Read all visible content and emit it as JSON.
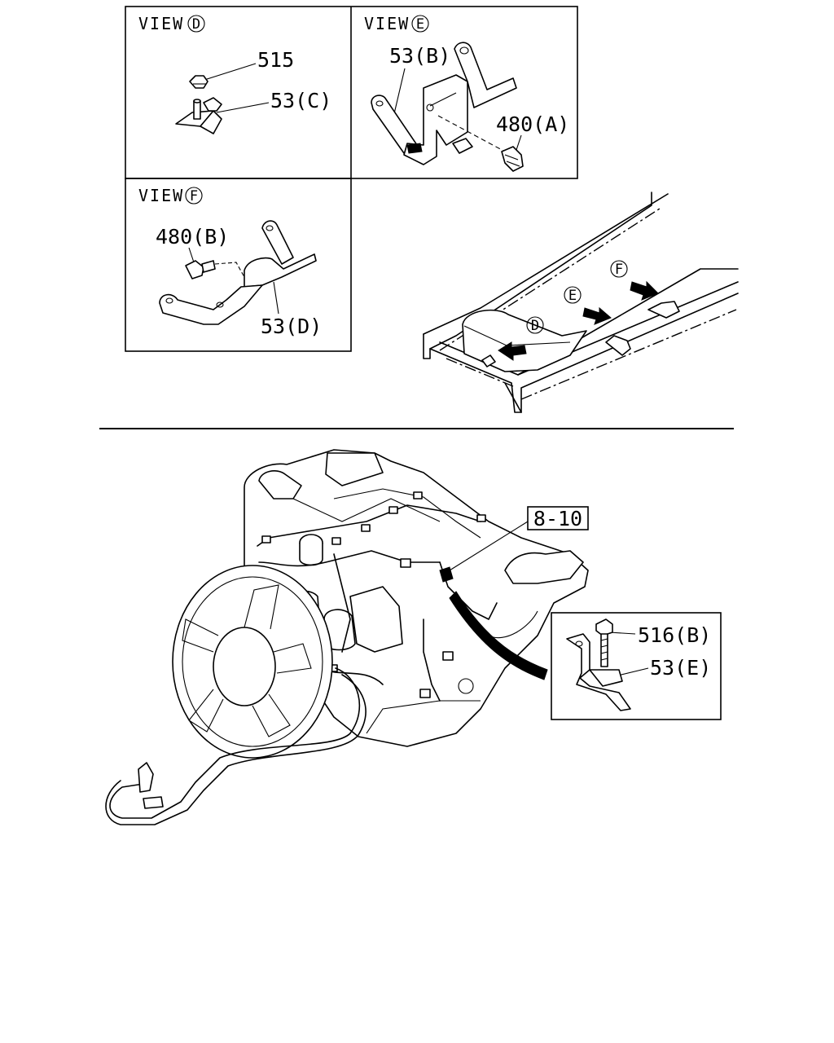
{
  "panels": {
    "view_d": {
      "title": "VIEW",
      "marker": "D",
      "labels": {
        "nut": "515",
        "bracket": "53(C)"
      }
    },
    "view_e": {
      "title": "VIEW",
      "marker": "E",
      "labels": {
        "bracket": "53(B)",
        "bolt": "480(A)"
      }
    },
    "view_f": {
      "title": "VIEW",
      "marker": "F",
      "labels": {
        "bolt": "480(B)",
        "bracket": "53(D)"
      }
    },
    "detail": {
      "labels": {
        "bolt": "516(B)",
        "bracket": "53(E)"
      }
    }
  },
  "frame_markers": [
    "D",
    "E",
    "F"
  ],
  "ref_label": "8-10"
}
